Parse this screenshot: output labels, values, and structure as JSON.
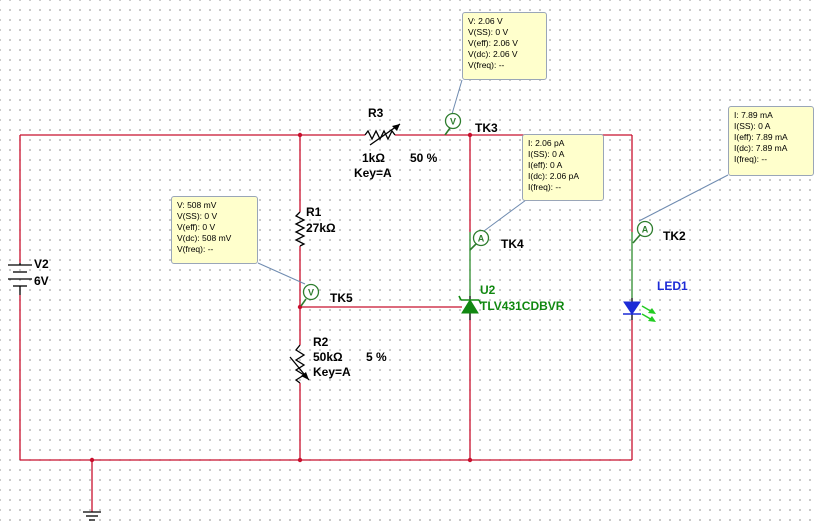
{
  "components": {
    "V2": {
      "name": "V2",
      "value": "6V"
    },
    "R1": {
      "name": "R1",
      "value": "27kΩ"
    },
    "R2": {
      "name": "R2",
      "value": "50kΩ",
      "percent": "5 %",
      "key": "Key=A"
    },
    "R3": {
      "name": "R3",
      "value": "1kΩ",
      "percent": "50 %",
      "key": "Key=A"
    },
    "U2": {
      "name": "U2",
      "part": "TLV431CDBVR"
    },
    "LED1": {
      "name": "LED1"
    }
  },
  "probes": {
    "TK3": {
      "label": "TK3",
      "type": "V",
      "lines": [
        "V: 2.06 V",
        "V(SS): 0 V",
        "V(eff): 2.06 V",
        "V(dc): 2.06 V",
        "V(freq): --"
      ]
    },
    "TK4": {
      "label": "TK4",
      "type": "A",
      "lines": [
        "I: 2.06 pA",
        "I(SS): 0 A",
        "I(eff): 0 A",
        "I(dc): 2.06 pA",
        "I(freq): --"
      ]
    },
    "TK2": {
      "label": "TK2",
      "type": "A",
      "lines": [
        "I: 7.89 mA",
        "I(SS): 0 A",
        "I(eff): 7.89 mA",
        "I(dc): 7.89 mA",
        "I(freq): --"
      ]
    },
    "TK5": {
      "label": "TK5",
      "type": "V",
      "lines": [
        "V: 508 mV",
        "V(SS): 0 V",
        "V(eff): 0 V",
        "V(dc): 508 mV",
        "V(freq): --"
      ]
    }
  },
  "colors": {
    "wire": "#c8102e",
    "probe": "#2e7d2e",
    "part_label": "#118811",
    "led_label": "#1c2bd6",
    "readout_bg": "#ffffcc"
  }
}
